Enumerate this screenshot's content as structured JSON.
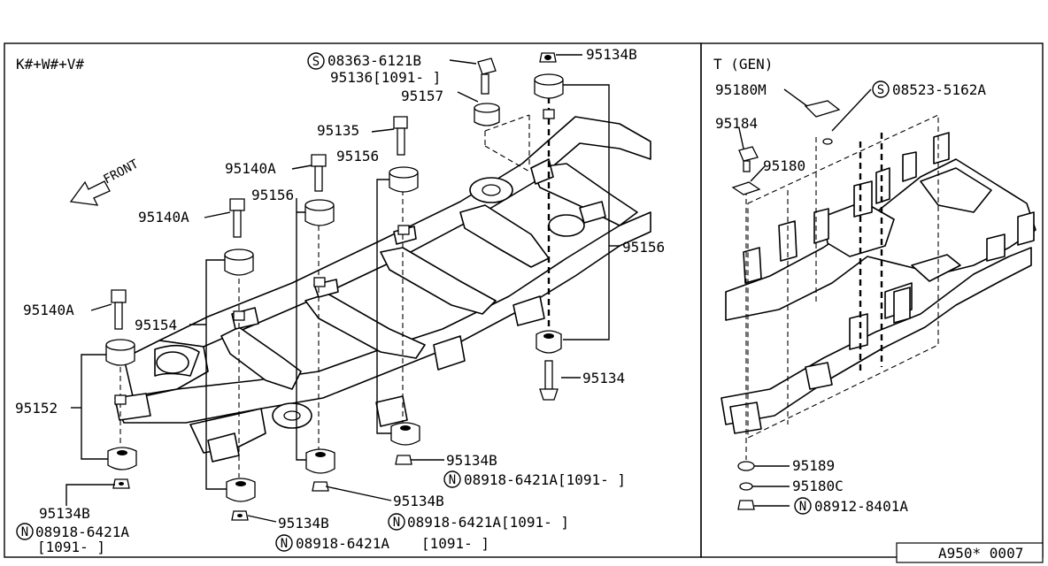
{
  "left_panel": {
    "variant": "K#+W#+V#",
    "front": "FRONT",
    "labels": {
      "p08363": "08363-6121B",
      "p95136": "95136[1091-   ]",
      "p95134b_top": "95134B",
      "p95157": "95157",
      "p95135": "95135",
      "p95156_a": "95156",
      "p95140a_1": "95140A",
      "p95156_b": "95156",
      "p95140a_2": "95140A",
      "p95156_right": "95156",
      "p95140a_3": "95140A",
      "p95154": "95154",
      "p95152": "95152",
      "p95134": "95134",
      "p95134b_1": "95134B",
      "p08918_1": "08918-6421A",
      "p1091_1": "[1091-    ]",
      "p95134b_2": "95134B",
      "p08918_2": "08918-6421A",
      "p95134b_3": "95134B",
      "p08918_3": "08918-6421A[1091-    ]",
      "p95134b_4": "95134B",
      "p08918_4": "08918-6421A[1091-    ]"
    }
  },
  "right_panel": {
    "variant": "T (GEN)",
    "labels": {
      "p95180m": "95180M",
      "p08523": "08523-5162A",
      "p95184": "95184",
      "p95180": "95180",
      "p95189": "95189",
      "p95180c": "95180C",
      "p08912": "08912-8401A"
    }
  },
  "prefix": {
    "s": "S",
    "n": "N"
  },
  "diagram_code": "A950* 0007"
}
